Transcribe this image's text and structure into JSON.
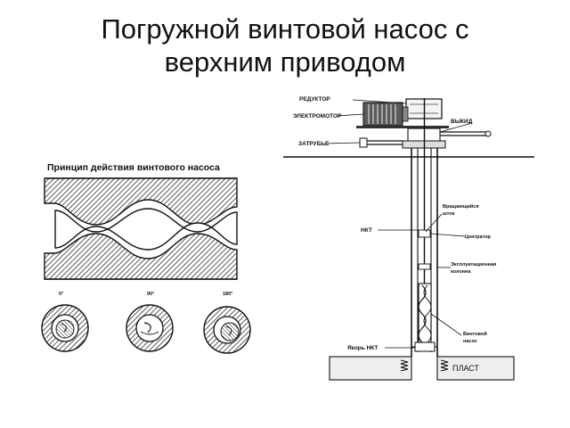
{
  "slide": {
    "title_line1": "Погружной винтовой насос с",
    "title_line2": "верхним приводом"
  },
  "left_diagram": {
    "caption": "Принцип действия винтового насоса",
    "angles": [
      "0°",
      "90°",
      "180°"
    ]
  },
  "right_diagram": {
    "labels": {
      "reduktor": "РЕДУКТОР",
      "elektromotor": "ЭЛЕКТРОМОТОР",
      "vykid": "ВЫКИД",
      "zatrube": "ЗАТРУБЬЕ",
      "shtok_line1": "Вращающийся",
      "shtok_line2": "шток",
      "nkt": "НКТ",
      "centrator": "Центратор",
      "kolonna_line1": "Эксплуатационная",
      "kolonna_line2": "колонна",
      "nasos_line1": "Винтовой",
      "nasos_line2": "насос",
      "yakor": "Якорь НКТ",
      "plast": "ПЛАСТ"
    }
  }
}
